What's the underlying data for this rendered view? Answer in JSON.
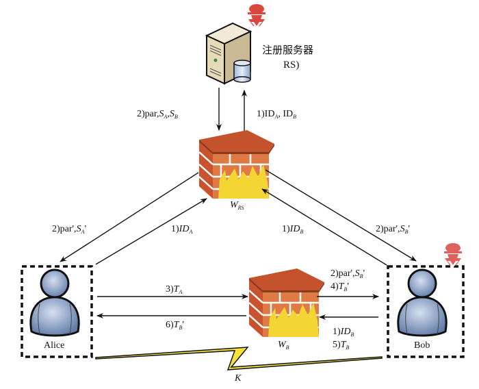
{
  "nodes": {
    "server": {
      "label_line1": "注册服务器",
      "label_line2": "RS)"
    },
    "firewall_rs": {
      "label_main": "W",
      "label_sub": "RS"
    },
    "firewall_b": {
      "label_main": "W",
      "label_sub": "B"
    },
    "alice": {
      "label": "Alice"
    },
    "bob": {
      "label": "Bob"
    },
    "key_link": {
      "label": "K"
    }
  },
  "edges": {
    "server_to_wrs": {
      "pre": "2)par,",
      "v1": "S",
      "s1": "A",
      "mid": ",",
      "v2": "S",
      "s2": "B"
    },
    "wrs_to_server": {
      "pre": "1)ID",
      "s1": "A",
      "mid": ", ID",
      "s2": "B"
    },
    "wrs_to_alice": {
      "pre": "2)par',",
      "v": "S",
      "s": "A",
      "post": "'"
    },
    "alice_to_wrs": {
      "pre": "1)",
      "v": "ID",
      "s": "A"
    },
    "bob_to_wrs": {
      "pre": "1)",
      "v": "ID",
      "s": "B"
    },
    "wrs_to_bob": {
      "pre": "2)par',",
      "v": "S",
      "s": "B",
      "post": "'"
    },
    "alice_to_wb": {
      "pre": "3)",
      "v": "T",
      "s": "A"
    },
    "wb_to_alice": {
      "pre": "6)",
      "v": "T",
      "s": "B",
      "post": "'"
    },
    "wb_to_bob_1": {
      "pre": "2)par',",
      "v": "S",
      "s": "B",
      "post": "'"
    },
    "wb_to_bob_2": {
      "pre": "4)",
      "v": "T",
      "s": "B",
      "post": "'"
    },
    "bob_to_wb_1": {
      "pre": "1)",
      "v": "ID",
      "s": "B"
    },
    "bob_to_wb_2": {
      "pre": "5)",
      "v": "T",
      "s": "B"
    }
  },
  "colors": {
    "brick": "#d2603a",
    "brick_top": "#c4522c",
    "flame": "#f3d534",
    "user_body": "#7d95b8",
    "attacker": "#d9473f",
    "server": "#e8dcc0"
  }
}
